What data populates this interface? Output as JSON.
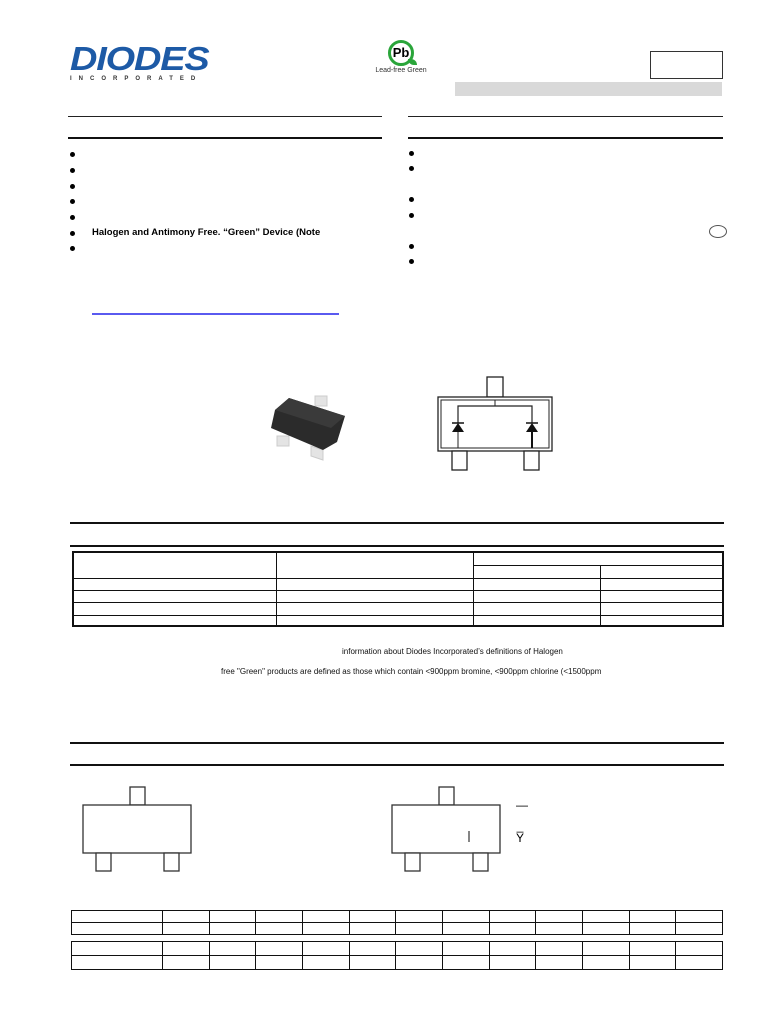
{
  "header": {
    "logo": {
      "brand": "DIODES",
      "sub": "INCORPORATED"
    },
    "lead_free_badge": {
      "symbol": "Pb",
      "label": "Lead-free Green",
      "color": "#2aa53a"
    },
    "part_number_box": "",
    "title_bar": ""
  },
  "features": {
    "heading": "",
    "items": [
      "",
      "",
      "",
      "",
      "",
      "Halogen and Antimony Free. “Green” Device (Note",
      ""
    ]
  },
  "mechanical_data": {
    "heading": "",
    "items": [
      "",
      "",
      "",
      "",
      "",
      ""
    ]
  },
  "link": {
    "text": "",
    "color": "#5a5af0"
  },
  "images": {
    "package_photo": "sot23-package-photo",
    "schematic": "dual-diode-common-cathode-schematic"
  },
  "ordering_information": {
    "heading": "",
    "table": {
      "columns": [
        "",
        "",
        ""
      ],
      "subcolumns": [
        "",
        ""
      ],
      "rows": [
        [
          "",
          "",
          "",
          ""
        ],
        [
          "",
          "",
          "",
          ""
        ],
        [
          "",
          "",
          "",
          ""
        ],
        [
          "",
          "",
          "",
          ""
        ]
      ]
    },
    "notes": [
      "information about Diodes Incorporated’s definitions of Halogen",
      "free \"Green\" products are defined as those which contain <900ppm bromine, <900ppm chlorine (<1500ppm"
    ]
  },
  "marking_information": {
    "heading": "",
    "legend": [
      "—",
      "Y̅"
    ],
    "date_code_tables": [
      {
        "rows": [
          [
            "",
            "",
            "",
            "",
            "",
            "",
            "",
            "",
            "",
            "",
            "",
            "",
            "",
            ""
          ],
          [
            "",
            "",
            "",
            "",
            "",
            "",
            "",
            "",
            "",
            "",
            "",
            "",
            "",
            ""
          ]
        ]
      },
      {
        "rows": [
          [
            "",
            "",
            "",
            "",
            "",
            "",
            "",
            "",
            "",
            "",
            "",
            "",
            "",
            ""
          ],
          [
            "",
            "",
            "",
            "",
            "",
            "",
            "",
            "",
            "",
            "",
            "",
            "",
            "",
            ""
          ]
        ]
      }
    ]
  }
}
